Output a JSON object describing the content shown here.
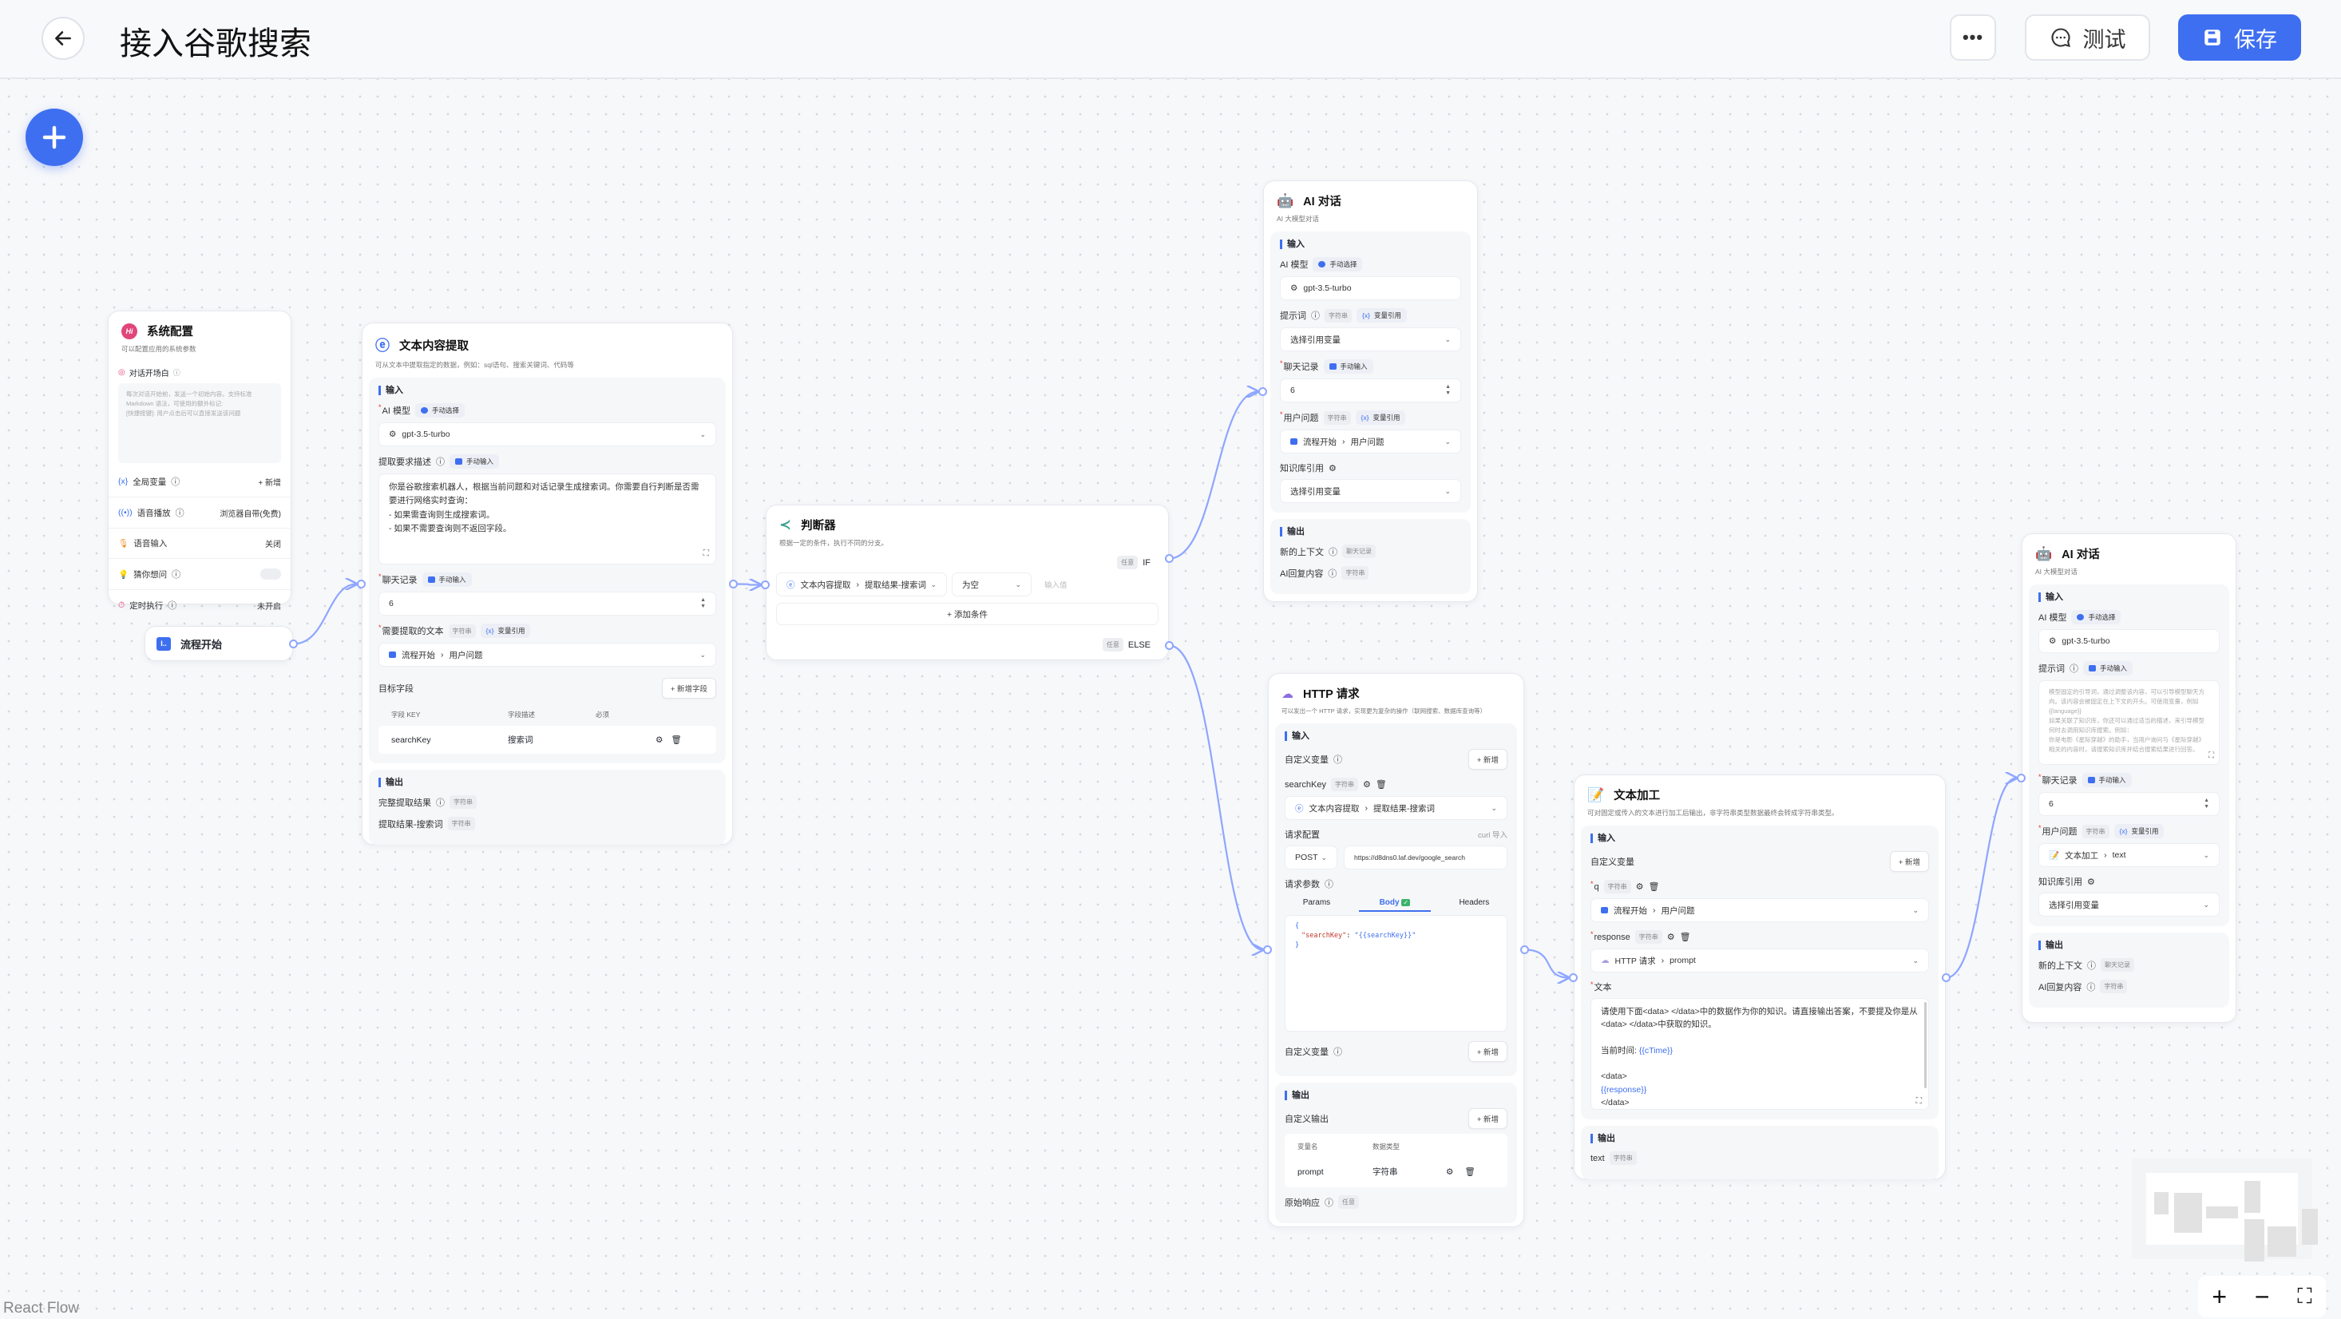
{
  "header": {
    "title": "接入谷歌搜索",
    "test_label": "测试",
    "save_label": "保存"
  },
  "colors": {
    "accent": "#3e6ff0",
    "edge": "#8ea6ff",
    "background": "#f7f8fa"
  },
  "system_config": {
    "title": "系统配置",
    "desc": "可以配置应用的系统参数",
    "welcome_label": "对话开场白",
    "welcome_placeholder": "每次对话开始前，发送一个初始内容。支持标准 Markdown 语法，可使用的额外标记:\n[快捷按键]: 用户点击后可以直接发送该问题",
    "global_vars_label": "全局变量",
    "global_vars_action": "+ 新增",
    "tts_label": "语音播放",
    "tts_value": "浏览器自带(免费)",
    "voice_input_label": "语音输入",
    "voice_input_value": "关闭",
    "guess_label": "猜你想问",
    "guess_enabled": false,
    "schedule_label": "定时执行",
    "schedule_value": "未开启"
  },
  "flow_start": {
    "title": "流程开始"
  },
  "text_extract": {
    "title": "文本内容提取",
    "desc": "可从文本中提取指定的数据，例如：sql语句、搜索关键词、代码等",
    "input_label": "输入",
    "model_label": "AI 模型",
    "model_tag": "手动选择",
    "model_value": "gpt-3.5-turbo",
    "desc_label": "提取要求描述",
    "desc_tag": "手动输入",
    "desc_value": "你是谷歌搜索机器人，根据当前问题和对话记录生成搜索词。你需要自行判断是否需要进行网络实时查询：\n- 如果需查询则生成搜索词。\n- 如果不需要查询则不返回字段。",
    "history_label": "聊天记录",
    "history_tag": "手动输入",
    "history_value": "6",
    "text_label": "需要提取的文本",
    "text_type": "字符串",
    "text_tag": "变量引用",
    "text_source": "流程开始",
    "text_field": "用户问题",
    "fields_label": "目标字段",
    "add_field": "+ 新增字段",
    "columns": [
      "字段 KEY",
      "字段描述",
      "必须"
    ],
    "rows": [
      {
        "key": "searchKey",
        "desc": "搜索词"
      }
    ],
    "output_label": "输出",
    "outputs": [
      {
        "label": "完整提取结果",
        "type": "字符串"
      },
      {
        "label": "提取结果-搜索词",
        "type": "字符串"
      }
    ]
  },
  "judge": {
    "title": "判断器",
    "desc": "根据一定的条件，执行不同的分支。",
    "if_tag": "任意",
    "if_label": "IF",
    "cond_source": "文本内容提取",
    "cond_field": "提取结果-搜索词",
    "cond_op": "为空",
    "cond_value_placeholder": "输入值",
    "add_condition": "+ 添加条件",
    "else_tag": "任意",
    "else_label": "ELSE"
  },
  "ai_chat_1": {
    "title": "AI 对话",
    "desc": "AI 大模型对话",
    "input_label": "输入",
    "model_label": "AI 模型",
    "model_tag": "手动选择",
    "model_value": "gpt-3.5-turbo",
    "prompt_label": "提示词",
    "prompt_type": "字符串",
    "prompt_tag": "变量引用",
    "prompt_value": "选择引用变量",
    "history_label": "聊天记录",
    "history_tag": "手动输入",
    "history_value": "6",
    "question_label": "用户问题",
    "question_type": "字符串",
    "question_tag": "变量引用",
    "question_source": "流程开始",
    "question_field": "用户问题",
    "kb_label": "知识库引用",
    "kb_value": "选择引用变量",
    "output_label": "输出",
    "outputs": [
      {
        "label": "新的上下文",
        "type": "聊天记录"
      },
      {
        "label": "AI回复内容",
        "type": "字符串"
      }
    ]
  },
  "http": {
    "title": "HTTP 请求",
    "desc": "可以发出一个 HTTP 请求，实现更为复杂的操作（联网搜索、数据库查询等）",
    "input_label": "输入",
    "custom_vars_label": "自定义变量",
    "add": "+ 新增",
    "var_name": "searchKey",
    "var_type": "字符串",
    "var_source": "文本内容提取",
    "var_field": "提取结果-搜索词",
    "req_config_label": "请求配置",
    "curl_import": "curl 导入",
    "method": "POST",
    "url": "https://d8dns0.laf.dev/google_search",
    "params_label": "请求参数",
    "tabs": [
      "Params",
      "Body",
      "Headers"
    ],
    "active_tab": "Body",
    "body_open": "{",
    "body_key": "\"searchKey\"",
    "body_colon": ": ",
    "body_value": "\"{{searchKey}}\"",
    "body_close": "}",
    "custom_vars2_label": "自定义变量",
    "output_label": "输出",
    "custom_output_label": "自定义输出",
    "out_columns": [
      "变量名",
      "数据类型"
    ],
    "out_rows": [
      {
        "name": "prompt",
        "type": "字符串"
      }
    ],
    "raw_label": "原始响应",
    "raw_type": "任意"
  },
  "text_process": {
    "title": "文本加工",
    "desc": "可对固定或传入的文本进行加工后输出，非字符串类型数据最终会转成字符串类型。",
    "input_label": "输入",
    "custom_vars_label": "自定义变量",
    "add": "+ 新增",
    "vars": [
      {
        "name": "q",
        "type": "字符串",
        "source": "流程开始",
        "field": "用户问题"
      },
      {
        "name": "response",
        "type": "字符串",
        "source": "HTTP 请求",
        "field": "prompt"
      }
    ],
    "text_label": "文本",
    "text_line1": "请使用下面<data> </data>中的数据作为你的知识。请直接输出答案，不要提及你是从<data> </data>中获取的知识。",
    "text_time_label": "当前时间: ",
    "text_time_var": "{{cTime}}",
    "text_open": "<data>",
    "text_resp_var": "{{response}}",
    "text_close": "</data>",
    "output_label": "输出",
    "output_name": "text",
    "output_type": "字符串"
  },
  "ai_chat_2": {
    "title": "AI 对话",
    "desc": "AI 大模型对话",
    "input_label": "输入",
    "model_label": "AI 模型",
    "model_tag": "手动选择",
    "model_value": "gpt-3.5-turbo",
    "prompt_label": "提示词",
    "prompt_tag": "手动输入",
    "prompt_placeholder": "模型固定的引导词，通过调整该内容，可以引导模型聊天方向。该内容会被固定在上下文的开头。可使用变量，例如 {{language}}\n如果关联了知识库，你还可以通过适当的描述，来引导模型何时去调用知识库搜索。例如：\n你是电影《星际穿越》的助手，当用户询问与《星际穿越》相关的内容时，请搜索知识库并结合搜索结果进行回答。",
    "history_label": "聊天记录",
    "history_tag": "手动输入",
    "history_value": "6",
    "question_label": "用户问题",
    "question_type": "字符串",
    "question_tag": "变量引用",
    "question_source": "文本加工",
    "question_field": "text",
    "kb_label": "知识库引用",
    "kb_value": "选择引用变量",
    "output_label": "输出",
    "outputs": [
      {
        "label": "新的上下文",
        "type": "聊天记录"
      },
      {
        "label": "AI回复内容",
        "type": "字符串"
      }
    ]
  },
  "canvas": {
    "attribution": "React Flow"
  }
}
